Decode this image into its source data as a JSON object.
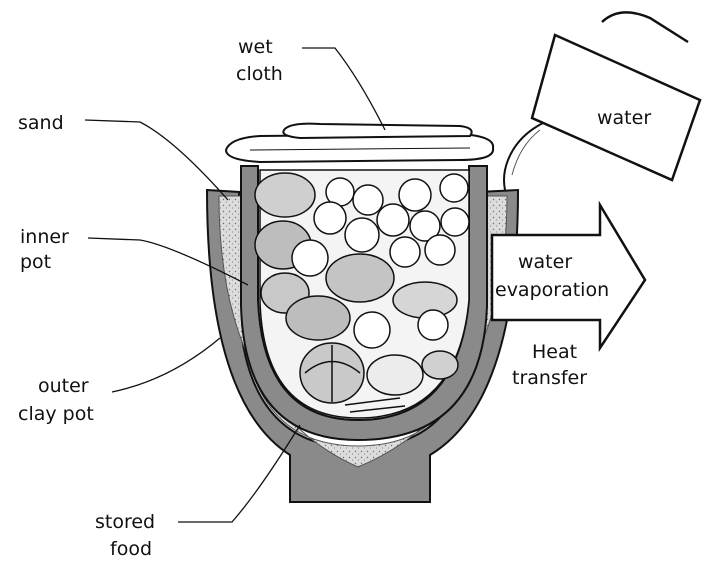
{
  "colors": {
    "outer_pot": "#8a8a8a",
    "inner_pot": "#8a8a8a",
    "sand": "#dcdcdc",
    "outline": "#111111",
    "food_fill": "#b9b9b9",
    "background": "#ffffff"
  },
  "labels": {
    "wet_cloth": [
      "wet",
      "cloth"
    ],
    "water": "water",
    "sand": "sand",
    "inner_pot": [
      "inner",
      "pot"
    ],
    "outer_clay_pot": [
      "outer",
      "clay pot"
    ],
    "stored_food": [
      "stored",
      "food"
    ],
    "water_evaporation": [
      "water",
      "evaporation"
    ],
    "heat_transfer": [
      "Heat",
      "transfer"
    ]
  }
}
